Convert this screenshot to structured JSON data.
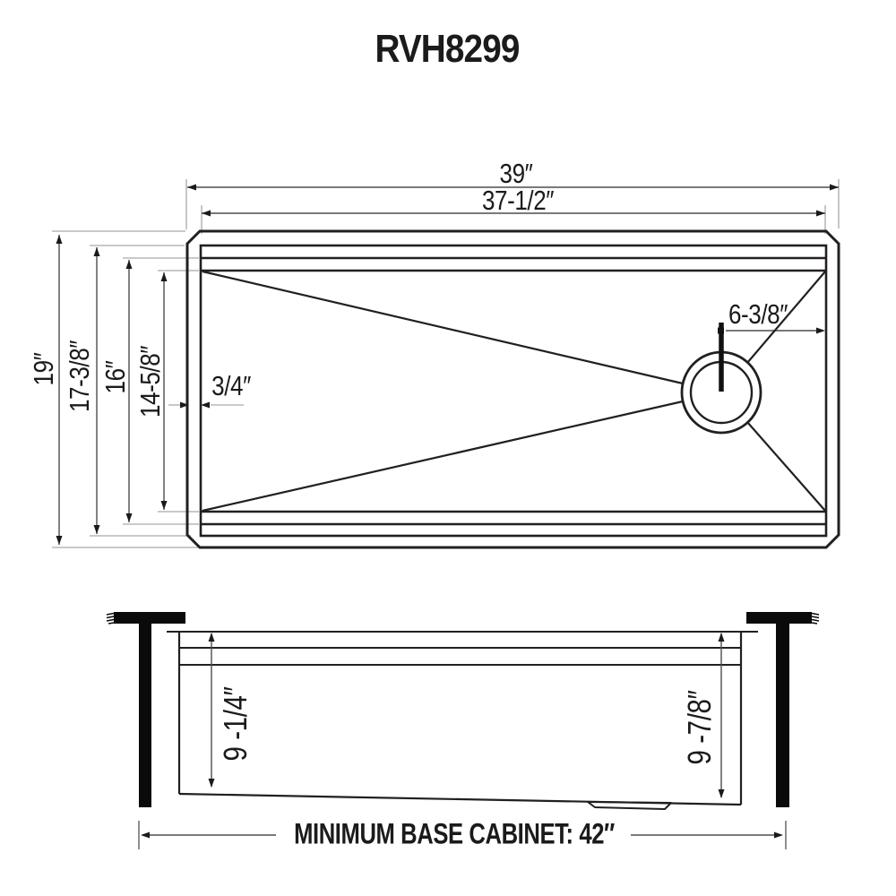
{
  "title": "RVH8299",
  "top_view": {
    "overall_width": "39″",
    "inner_width": "37-1/2″",
    "overall_depth": "19″",
    "rim_depth": "17-3/8″",
    "ledge_depth": "16″",
    "bowl_depth": "14-5/8″",
    "rim_thickness": "3/4″",
    "drain_offset": "6-3/8″"
  },
  "side_view": {
    "bowl_depth_left": "9 -1/4″",
    "bowl_depth_right": "9 -7/8″",
    "base_cabinet": "MINIMUM BASE CABINET: 42″"
  },
  "colors": {
    "line": "#231f20",
    "dimension_line": "#4d4d4d",
    "extension_line": "#a6a6a6",
    "background": "#ffffff"
  }
}
